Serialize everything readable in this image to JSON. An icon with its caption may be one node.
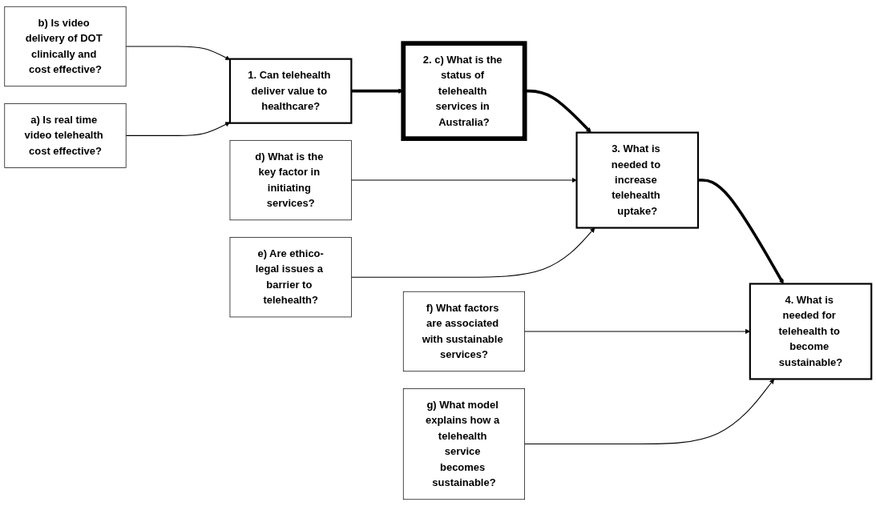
{
  "diagram": {
    "nodes": [
      {
        "text": [
          "b) Is video delivery of DOT clinically and cost effective?"
        ]
      },
      {
        "text": [
          "d) What is the key factor in initiating services?"
        ]
      },
      {
        "text": [
          "f) What factors are associated with sustainable services?"
        ]
      },
      {
        "text": [
          "1. Can telehealth deliver value to healthcare?"
        ]
      },
      {
        "text": [
          "2. c) What is the status of telehealth services in Australia?"
        ]
      },
      {
        "text": [
          "3. What is needed to increase telehealth uptake?"
        ]
      },
      {
        "text": [
          "4. What is needed for telehealth to become sustainable?"
        ]
      },
      {
        "text": [
          "a) Is real time video telehealth cost effective?"
        ]
      },
      {
        "text": [
          "e) Are ethico-legal issues a barrier to telehealth?"
        ]
      },
      {
        "text": [
          "g) What model explains how a telehealth service becomes sustainable?"
        ]
      }
    ],
    "edges": [
      {
        "from": 0,
        "to": 3,
        "arrow": "to"
      },
      {
        "from": 7,
        "to": 3,
        "arrow": "to"
      },
      {
        "from": 3,
        "to": 4,
        "arrow": "to",
        "style": "thick"
      },
      {
        "from": 4,
        "to": 5,
        "arrow": "to",
        "style": "thick"
      },
      {
        "from": 1,
        "to": 5,
        "arrow": "to"
      },
      {
        "from": 8,
        "to": 5,
        "arrow": "to"
      },
      {
        "from": 5,
        "to": 6,
        "arrow": "to",
        "style": "thick"
      },
      {
        "from": 2,
        "to": 6,
        "arrow": "to"
      },
      {
        "from": 9,
        "to": 6,
        "arrow": "to"
      }
    ]
  }
}
